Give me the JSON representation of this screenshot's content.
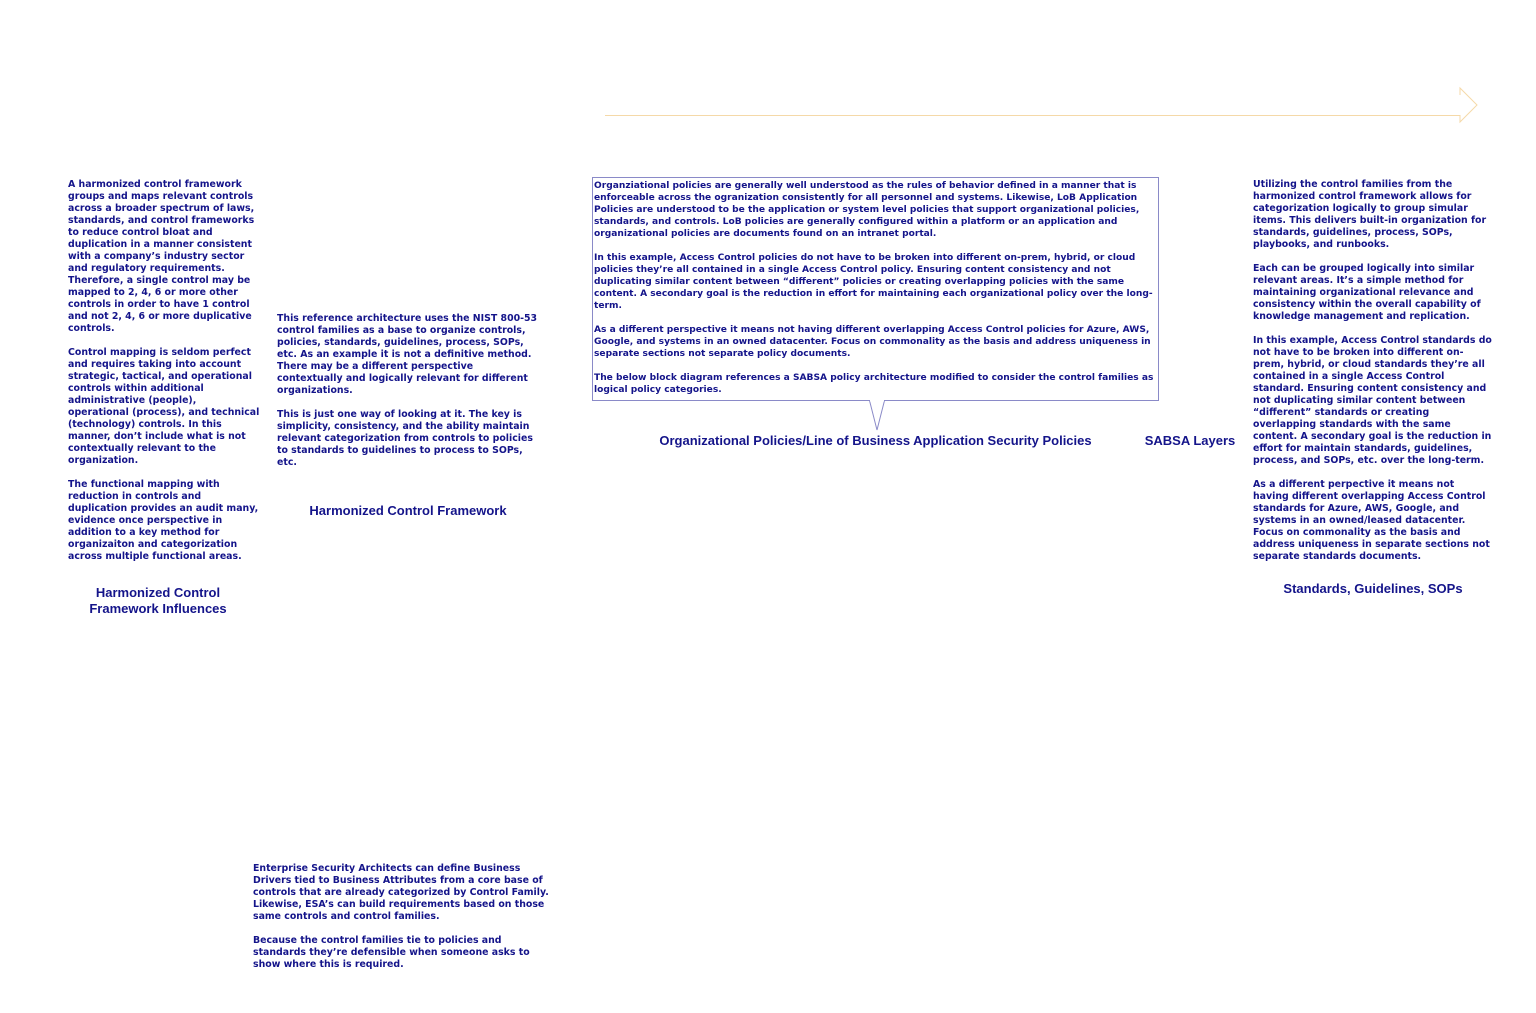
{
  "influences": {
    "paragraphs": [
      "A harmonized control framework groups and maps relevant controls across a broader spectrum of laws, standards, and control frameworks to reduce control bloat and duplication in a manner consistent with a company’s industry sector and regulatory requirements. Therefore, a single control may be mapped to 2, 4, 6 or more other controls in order to have 1 control and not 2, 4, 6 or more duplicative controls.",
      "Control mapping is seldom perfect and requires taking into account strategic, tactical, and operational controls within additional administrative (people), operational (process), and technical (technology) controls. In this manner, don’t include what is not contextually relevant to the organization.",
      "The functional mapping with reduction in controls and duplication provides an audit many, evidence once perspective in addition to a key method for organizaiton and categorization across multiple functional areas."
    ],
    "title": "Harmonized Control Framework Influences"
  },
  "framework": {
    "paragraphs": [
      "This reference architecture uses the NIST 800-53 control families as a base to organize controls, policies, standards, guidelines, process, SOPs, etc. As an example it is not a definitive method. There may be a different perspective contextually and logically relevant for different organizations.",
      "This is just one way of looking at it. The key is simplicity, consistency, and the ability maintain relevant categorization from controls to policies to standards to guidelines to process to SOPs, etc."
    ],
    "title": "Harmonized Control Framework"
  },
  "policies": {
    "paragraphs": [
      "Organziational policies are generally well understood as the rules of behavior defined in a manner that is enforceable across the ogranization consistently for all personnel and systems. Likewise, LoB Application Policies are understood to be the application or system level policies that support organizational policies, standards, and controls. LoB policies are generally configured within a platform or an application and organizational policies are documents found on an intranet portal.",
      "In this example, Access Control policies do not have to be broken into different on-prem, hybrid, or cloud policies they’re all contained in a single Access Control policy. Ensuring content consistency and not duplicating similar content between “different” policies or creating overlapping policies with the same content. A secondary goal is the reduction in effort for maintaining each organizational policy over the long-term.",
      "As a different perspective it means not having different overlapping Access Control policies for Azure, AWS, Google, and systems in an owned datacenter. Focus on commonality as the basis and address uniqueness in separate sections not separate policy documents.",
      "The below block diagram references a SABSA policy architecture modified to consider the control families as logical policy categories."
    ],
    "title": "Organizational Policies/Line of Business Application Security Policies"
  },
  "sabsa_label": "SABSA Layers",
  "standards": {
    "paragraphs": [
      "Utilizing the control families from the harmonized control framework allows for categorization logically to group simular items. This delivers built-in organization for standards, guidelines, process, SOPs, playbooks, and runbooks.",
      "Each can be grouped logically into similar relevant areas. It’s a simple method for maintaining organizational relevance and consistency within the overall capability of knowledge management and replication.",
      "In this example, Access Control standards do not have to be broken into different on-prem, hybrid, or cloud standards they’re all contained in a single Access Control standard. Ensuring content consistency and not duplicating similar content between “different” standards or creating overlapping standards with the same content. A secondary goal is the reduction in effort for maintain standards, guidelines, process, and SOPs, etc. over the long-term.",
      "As a different perpective it means not having different overlapping Access Control standards for Azure, AWS, Google, and systems in an owned/leased datacenter. Focus on commonality as the basis and address uniqueness in separate sections not separate standards documents."
    ],
    "title": "Standards, Guidelines, SOPs"
  },
  "esa": {
    "paragraphs": [
      "Enterprise Security Architects can define Business Drivers tied to Business Attributes from a core base of controls that are already categorized by Control Family. Likewise, ESA’s can build requirements based on those same controls and control families.",
      "Because the control families tie to policies and standards they’re defensible when someone asks to show where this is required."
    ]
  },
  "colors": {
    "text": "#14148a",
    "callout_border": "#8a8ac8",
    "arrow": "#f5d9a8"
  }
}
